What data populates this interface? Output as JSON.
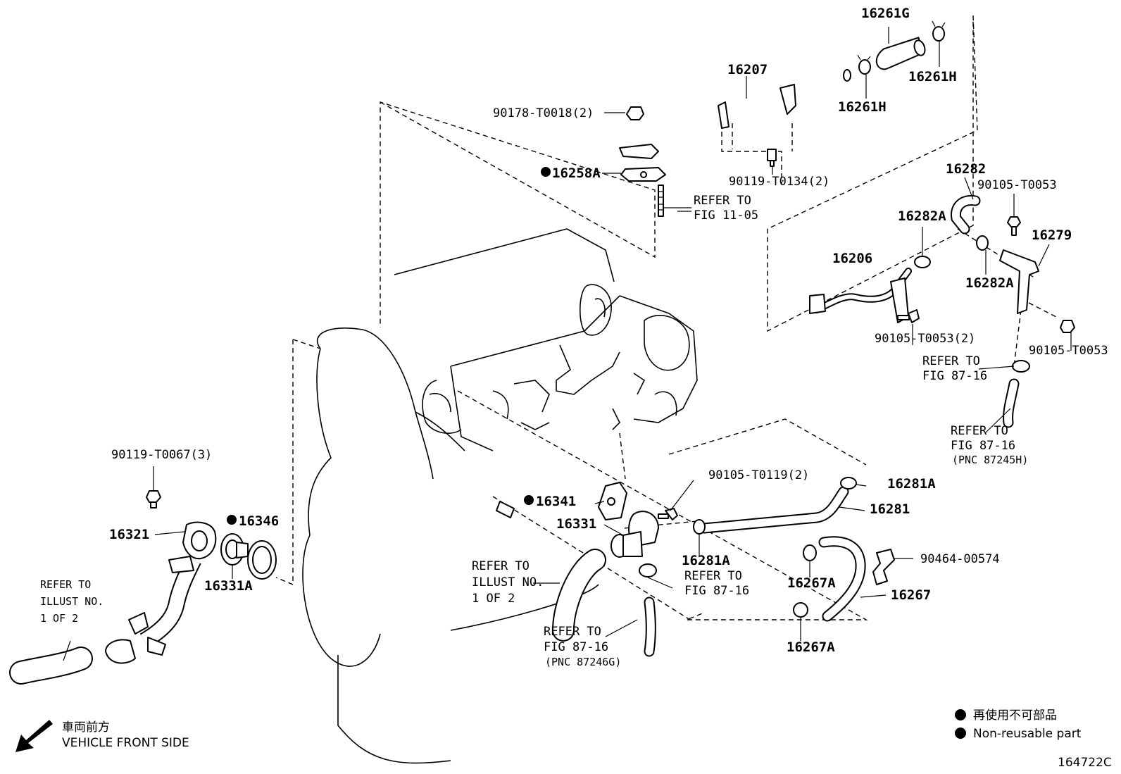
{
  "parts": {
    "p16261G": "16261G",
    "p16207": "16207",
    "p16261H_a": "16261H",
    "p16261H_b": "16261H",
    "p90178": "90178-T0018(2)",
    "p16258A": "16258A",
    "p90119_T0134": "90119-T0134(2)",
    "p16282": "16282",
    "p90105_T0053_a": "90105-T0053",
    "p16282A_a": "16282A",
    "p16279": "16279",
    "p16206": "16206",
    "p16282A_b": "16282A",
    "p90105_T0053_2": "90105-T0053(2)",
    "p90105_T0053_b": "90105-T0053",
    "p90119_T0067": "90119-T0067(3)",
    "p16321": "16321",
    "p16346": "16346",
    "p16331A": "16331A",
    "p16341": "16341",
    "p16331": "16331",
    "p90105_T0119": "90105-T0119(2)",
    "p16281A_a": "16281A",
    "p16281": "16281",
    "p16281A_b": "16281A",
    "p16267A_a": "16267A",
    "p16267": "16267",
    "p16267A_b": "16267A",
    "p90464": "90464-00574"
  },
  "references": {
    "fig1105_line1": "REFER TO",
    "fig1105_line2": "FIG 11-05",
    "fig8716_top_line1": "REFER TO",
    "fig8716_top_line2": "FIG 87-16",
    "fig8716_h_line1": "REFER TO",
    "fig8716_h_line2": "FIG 87-16",
    "fig8716_h_line3": "(PNC 87245H)",
    "illust_left_line1": "REFER TO",
    "illust_left_line2": "ILLUST NO.",
    "illust_left_line3": "1 OF 2",
    "illust_mid_line1": "REFER TO",
    "illust_mid_line2": "ILLUST NO.",
    "illust_mid_line3": "1 OF 2",
    "fig8716_mid_line1": "REFER TO",
    "fig8716_mid_line2": "FIG 87-16",
    "fig8716_g_line1": "REFER TO",
    "fig8716_g_line2": "FIG 87-16",
    "fig8716_g_line3": "(PNC 87246G)"
  },
  "legend": {
    "jp_label": "再使用不可部品",
    "en_label": "Non-reusable part"
  },
  "orientation": {
    "jp_label": "車両前方",
    "en_label": "VEHICLE FRONT SIDE"
  },
  "figure_id": "164722C"
}
